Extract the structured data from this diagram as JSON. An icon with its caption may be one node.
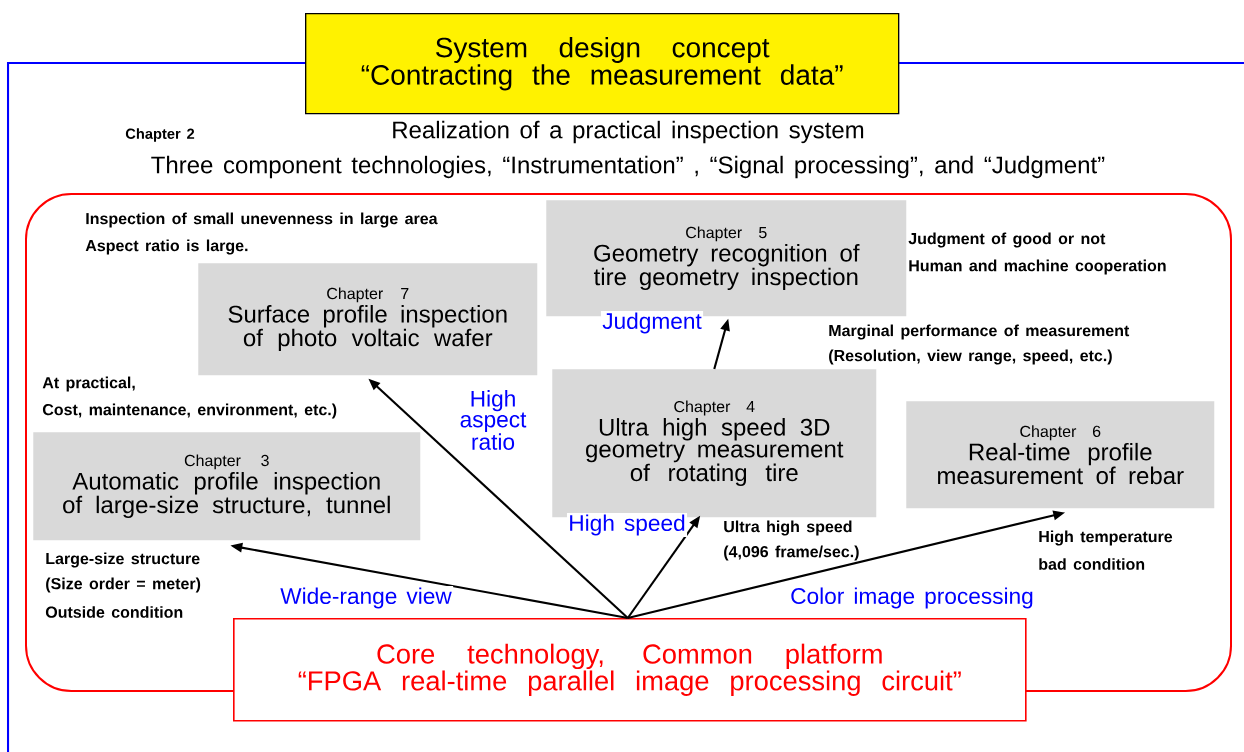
{
  "diagram": {
    "nodes": [
      {
        "text": [
          "System design concept",
          "“Contracting the measurement data”"
        ]
      },
      {
        "text": [],
        "shape": "box"
      },
      {
        "text": [
          "Chapter 7",
          "Surface profile inspection of photo voltaic wafer"
        ],
        "in": 1
      },
      {
        "text": [
          "Chapter 5",
          "Geometry recognition of tire geometry inspection"
        ],
        "in": 1,
        "beside": [
          "Judgment of good or not",
          "Human and machine cooperation"
        ]
      },
      {
        "text": [
          "Chapter 4",
          "Ultra high speed 3D geometry measurement of rotating tire"
        ],
        "in": 1,
        "beside": [
          "Ultra high speed",
          "(4,096 frame/sec.)"
        ]
      },
      {
        "text": [
          "Chapter 3",
          "Automatic profile inspection of large-size structure, tunnel"
        ],
        "in": 1,
        "beside": [
          "Large-size structure",
          "(Size order = meter)",
          "Outside condition"
        ]
      },
      {
        "text": [
          "Chapter 6",
          "Real-time profile measurement of rebar"
        ],
        "in": 1,
        "beside": [
          "High temperature",
          "bad condition"
        ]
      },
      {
        "text": [
          "Core technology, Common platform",
          "“FPGA real-time parallel image processing circuit”"
        ]
      }
    ],
    "edges": [
      {
        "from": 7,
        "to": 5,
        "arrow": "to",
        "label": "Wide-range view"
      },
      {
        "from": 7,
        "to": 2,
        "arrow": "to",
        "label": "High aspect ratio"
      },
      {
        "from": 7,
        "to": 4,
        "arrow": "to",
        "label": "High speed"
      },
      {
        "from": 7,
        "to": 6,
        "arrow": "to",
        "label": "Color image processing"
      },
      {
        "from": 4,
        "to": 3,
        "arrow": "to",
        "label": "Judgment"
      }
    ],
    "labels": [
      "Chapter 2",
      "Realization of a practical inspection system",
      "Three component technologies, “Instrumentation” , “Signal processing”, and “Judgment”",
      "Inspection of small unevenness in large area",
      "Aspect ratio is large.",
      "Marginal performance of measurement",
      "(Resolution, view range, speed, etc.)",
      "At practical,",
      "Cost, maintenance, environment, etc.)"
    ]
  }
}
